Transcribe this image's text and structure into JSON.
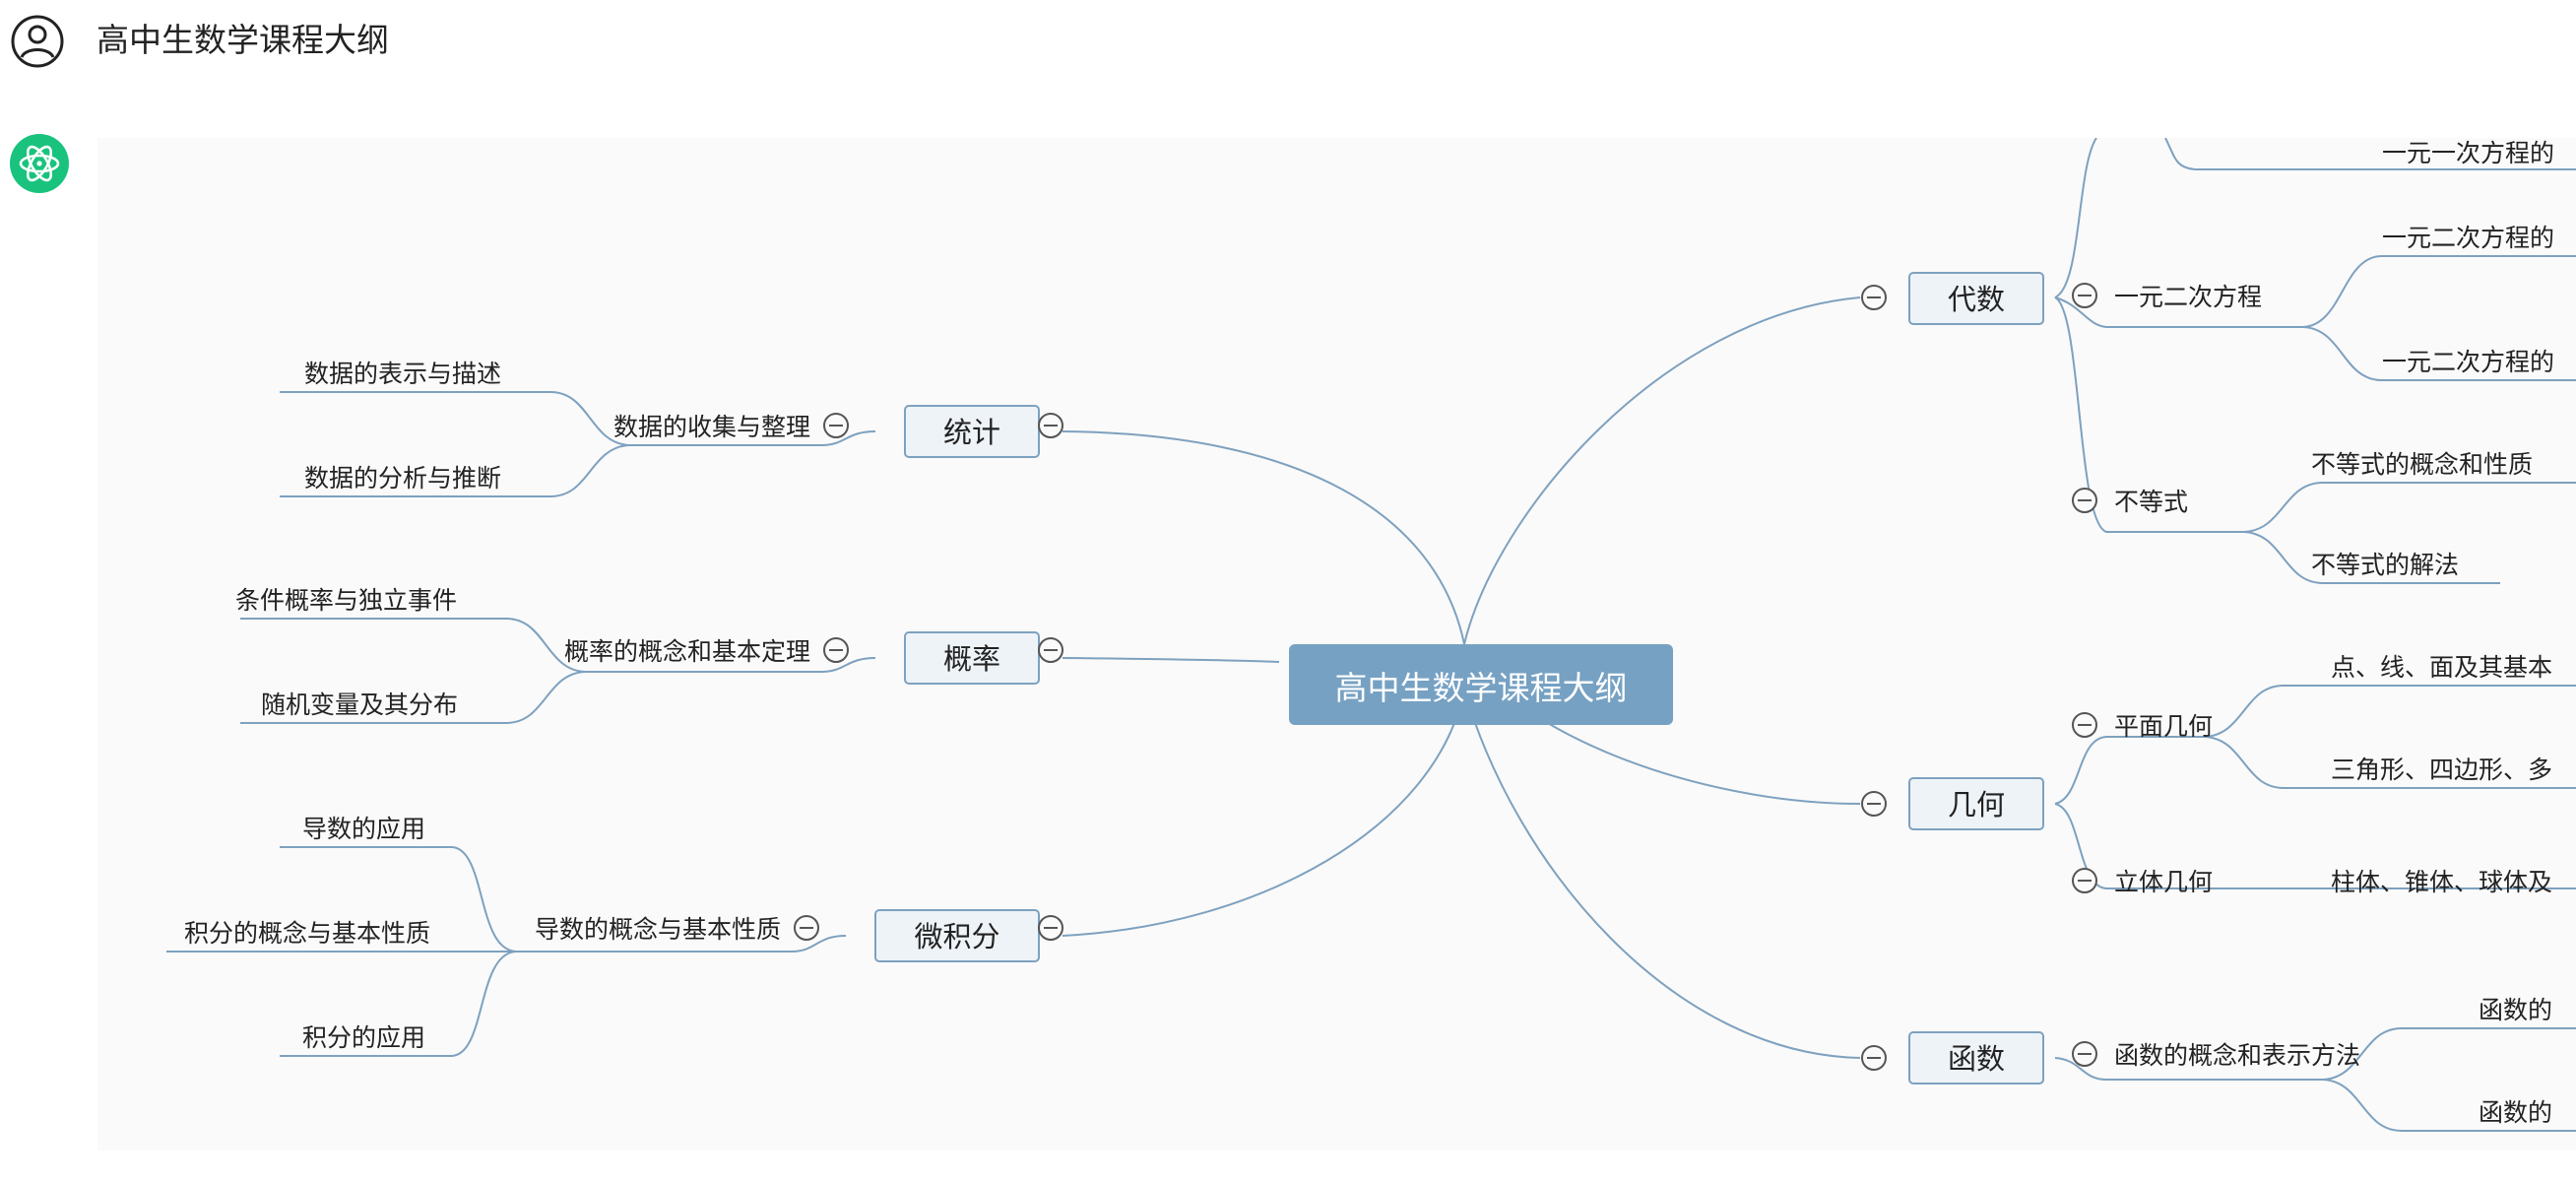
{
  "header": {
    "title": "高中生数学课程大纲",
    "user_icon": "user-circle-icon",
    "assistant_icon": "atom-icon"
  },
  "colors": {
    "assistant_bg": "#19c37d",
    "root_fill": "#76a1c3",
    "branch_fill": "#eef3f8",
    "branch_border": "#7ea1bf",
    "line": "#7ea1bf",
    "canvas_bg": "#fafafa"
  },
  "mindmap": {
    "root": "高中生数学课程大纲",
    "branches": {
      "algebra": "代数",
      "geometry": "几何",
      "function": "函数",
      "statistics": "统计",
      "probability": "概率",
      "calculus": "微积分"
    },
    "subtopics": {
      "linear_eq": "一元一次方程的",
      "quadratic": "一元二次方程",
      "quadratic_a": "一元二次方程的",
      "quadratic_b": "一元二次方程的",
      "inequality": "不等式",
      "inequality_a": "不等式的概念和性质",
      "inequality_b": "不等式的解法",
      "plane": "平面几何",
      "plane_a": "点、线、面及其基本",
      "plane_b": "三角形、四边形、多",
      "solid": "立体几何",
      "solid_a": "柱体、锥体、球体及",
      "func_concept": "函数的概念和表示方法",
      "func_a": "函数的",
      "func_b": "函数的",
      "data_collect": "数据的收集与整理",
      "data_a": "数据的表示与描述",
      "data_b": "数据的分析与推断",
      "prob_concept": "概率的概念和基本定理",
      "prob_a": "条件概率与独立事件",
      "prob_b": "随机变量及其分布",
      "deriv_concept": "导数的概念与基本性质",
      "deriv_a": "导数的应用",
      "deriv_b": "积分的概念与基本性质",
      "deriv_c": "积分的应用"
    }
  }
}
